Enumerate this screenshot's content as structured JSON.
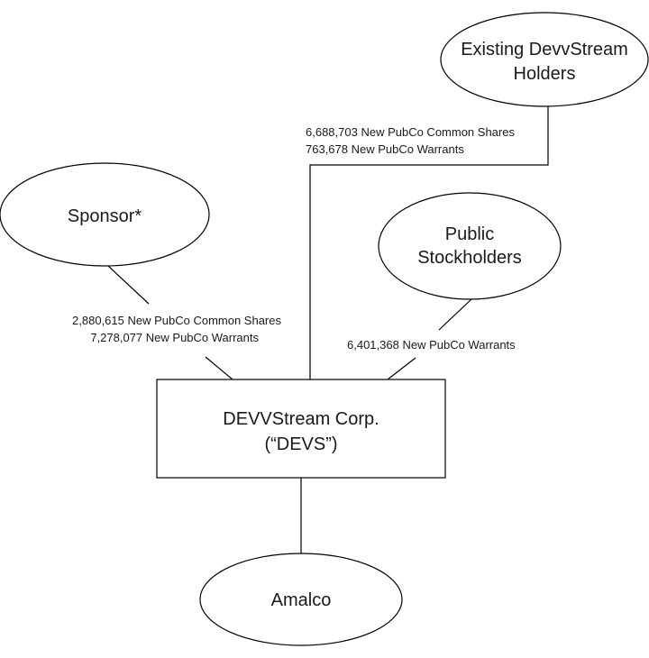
{
  "nodes": {
    "existing_holders": {
      "lines": [
        "Existing DevvStream",
        "Holders"
      ]
    },
    "sponsor": {
      "lines": [
        "Sponsor*"
      ]
    },
    "public_stockholders": {
      "lines": [
        "Public",
        "Stockholders"
      ]
    },
    "devs": {
      "lines": [
        "DEVVStream Corp.",
        "(“DEVS”)"
      ]
    },
    "amalco": {
      "lines": [
        "Amalco"
      ]
    }
  },
  "edges": {
    "existing_to_devs": {
      "lines": [
        "6,688,703 New PubCo Common Shares",
        "763,678 New PubCo Warrants"
      ]
    },
    "sponsor_to_devs": {
      "lines": [
        "2,880,615 New PubCo Common Shares",
        "7,278,077 New PubCo Warrants"
      ]
    },
    "public_to_devs": {
      "lines": [
        "6,401,368 New PubCo Warrants"
      ]
    }
  }
}
